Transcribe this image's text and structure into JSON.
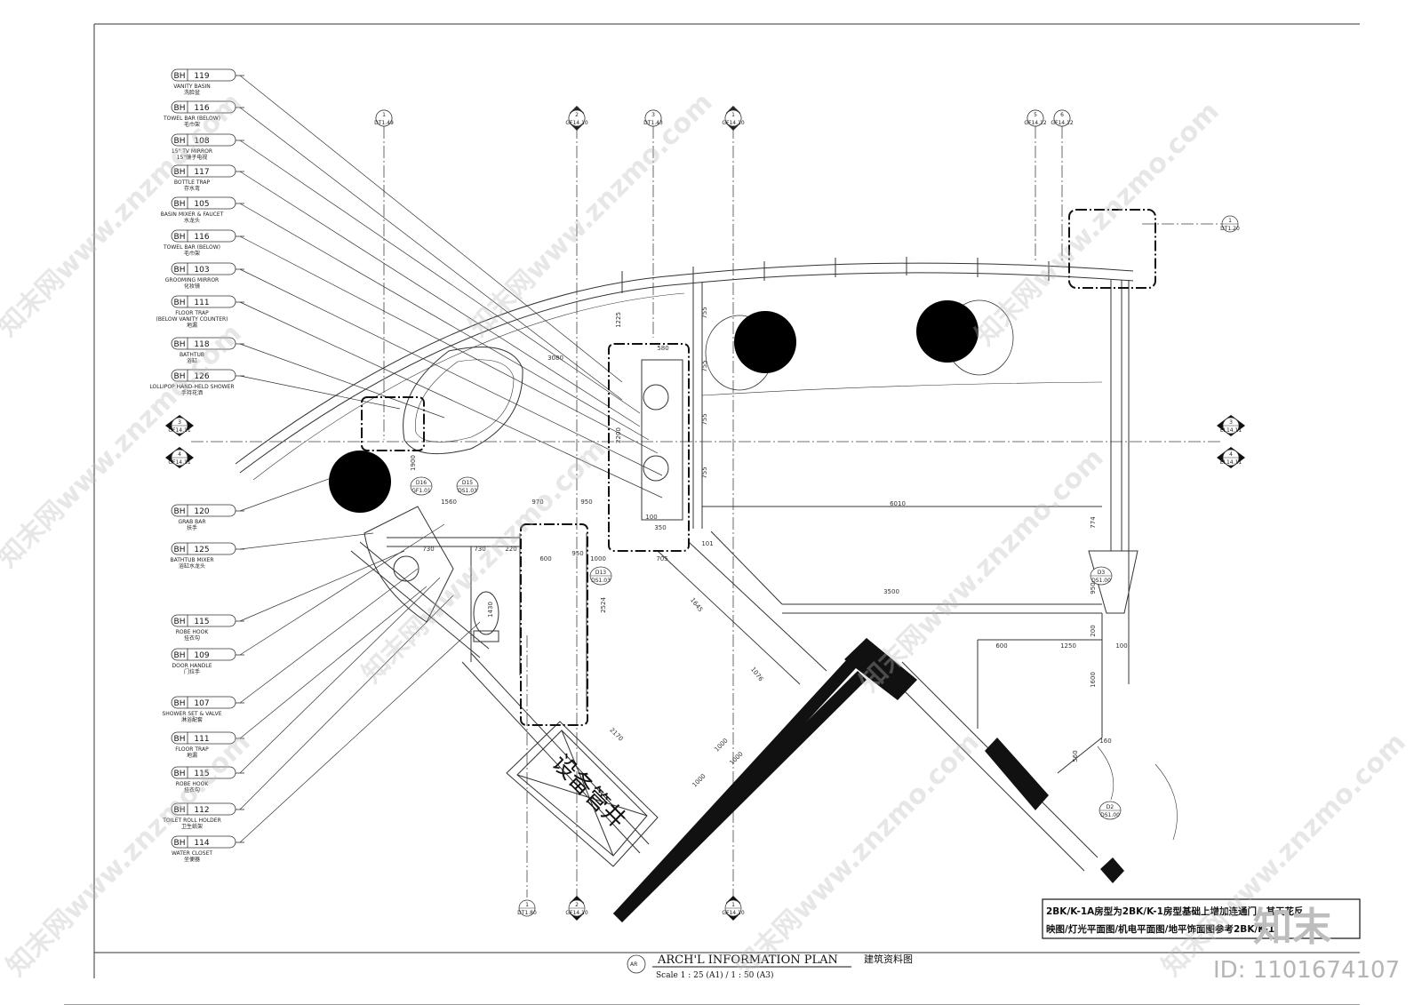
{
  "legend": [
    {
      "code": "BH",
      "num": "119",
      "en": "VANITY BASIN",
      "cn": "洗脸盆"
    },
    {
      "code": "BH",
      "num": "116",
      "en": "TOWEL BAR (BELOW)",
      "cn": "毛巾架"
    },
    {
      "code": "BH",
      "num": "108",
      "en": "15\" TV MIRROR",
      "cn": "15\"镜子电视"
    },
    {
      "code": "BH",
      "num": "117",
      "en": "BOTTLE TRAP",
      "cn": "存水弯"
    },
    {
      "code": "BH",
      "num": "105",
      "en": "BASIN MIXER & FAUCET",
      "cn": "水龙头"
    },
    {
      "code": "BH",
      "num": "116",
      "en": "TOWEL BAR (BELOW)",
      "cn": "毛巾架"
    },
    {
      "code": "BH",
      "num": "103",
      "en": "GROOMING MIRROR",
      "cn": "化妆镜"
    },
    {
      "code": "BH",
      "num": "111",
      "en": "FLOOR TRAP",
      "en2": "(BELOW VANITY COUNTER)",
      "cn": "地漏"
    },
    {
      "code": "BH",
      "num": "118",
      "en": "BATHTUB",
      "cn": "浴缸"
    },
    {
      "code": "BH",
      "num": "126",
      "en": "LOLLIPOP HAND-HELD SHOWER",
      "cn": "手持花洒"
    },
    {
      "code": "BH",
      "num": "120",
      "en": "GRAB BAR",
      "cn": "扶手"
    },
    {
      "code": "BH",
      "num": "125",
      "en": "BATHTUB MIXER",
      "cn": "浴缸水龙头"
    },
    {
      "code": "BH",
      "num": "115",
      "en": "ROBE HOOK",
      "cn": "挂衣勾"
    },
    {
      "code": "BH",
      "num": "109",
      "en": "DOOR HANDLE",
      "cn": "门拉手"
    },
    {
      "code": "BH",
      "num": "107",
      "en": "SHOWER SET & VALVE",
      "cn": "淋浴配套"
    },
    {
      "code": "BH",
      "num": "111",
      "en": "FLOOR TRAP",
      "cn": "地漏"
    },
    {
      "code": "BH",
      "num": "115",
      "en": "ROBE HOOK",
      "cn": "挂衣勾"
    },
    {
      "code": "BH",
      "num": "112",
      "en": "TOILET ROLL HOLDER",
      "cn": "卫生纸架"
    },
    {
      "code": "BH",
      "num": "114",
      "en": "WATER CLOSET",
      "cn": "坐便器"
    }
  ],
  "grid_tags_top": [
    {
      "num": "1",
      "ref": "DT1.49"
    },
    {
      "num": "2",
      "ref": "GF14.10"
    },
    {
      "num": "3",
      "ref": "DT1.43"
    },
    {
      "num": "1",
      "ref": "GF14.10"
    },
    {
      "num": "5",
      "ref": "GF14.12"
    },
    {
      "num": "6",
      "ref": "GF14.12"
    }
  ],
  "grid_tags_bottom": [
    {
      "num": "1",
      "ref": "DT1.80"
    },
    {
      "num": "2",
      "ref": "GF14.10"
    },
    {
      "num": "1",
      "ref": "GF14.10"
    }
  ],
  "side_tags": [
    {
      "num": "3",
      "ref": "GF14.11"
    },
    {
      "num": "4",
      "ref": "GF14.11"
    },
    {
      "num": "3",
      "ref": "EL14.11"
    },
    {
      "num": "4",
      "ref": "EL14.11"
    },
    {
      "num": "1",
      "ref": "DT1.20"
    }
  ],
  "door_tags": [
    {
      "num": "D16",
      "ref": "GF1.01"
    },
    {
      "num": "D15",
      "ref": "DS1.03"
    },
    {
      "num": "D13",
      "ref": "DS1.03"
    },
    {
      "num": "D3",
      "ref": "DS1.00"
    },
    {
      "num": "D2",
      "ref": "DS1.00"
    }
  ],
  "dimensions": [
    "3080",
    "1225",
    "2200",
    "580",
    "755",
    "755",
    "755",
    "755",
    "6010",
    "1560",
    "970",
    "950",
    "950",
    "730",
    "730",
    "220",
    "600",
    "1000",
    "705",
    "1430",
    "2524",
    "1645",
    "1076",
    "3500",
    "600",
    "1250",
    "100",
    "200",
    "950",
    "774",
    "1600",
    "560",
    "2170",
    "1000",
    "1000",
    "1000",
    "1900",
    "350",
    "100",
    "101",
    "160"
  ],
  "shaft_label": "设备管井",
  "note": {
    "line1": "2BK/K-1A房型为2BK/K-1房型基础上增加连通门，其天花反",
    "line2": "映图/灯光平面图/机电平面图/地平饰面图参考2BK/K-1"
  },
  "title_block": {
    "tag": "AR",
    "title": "ARCH'L INFORMATION PLAN",
    "title_cn": "建筑资料图",
    "scale": "Scale 1 : 25 (A1) / 1 : 50 (A3)"
  },
  "watermark": {
    "site": "知末网www.znzmo.com",
    "logo": "知末",
    "id": "ID: 1101674107"
  }
}
